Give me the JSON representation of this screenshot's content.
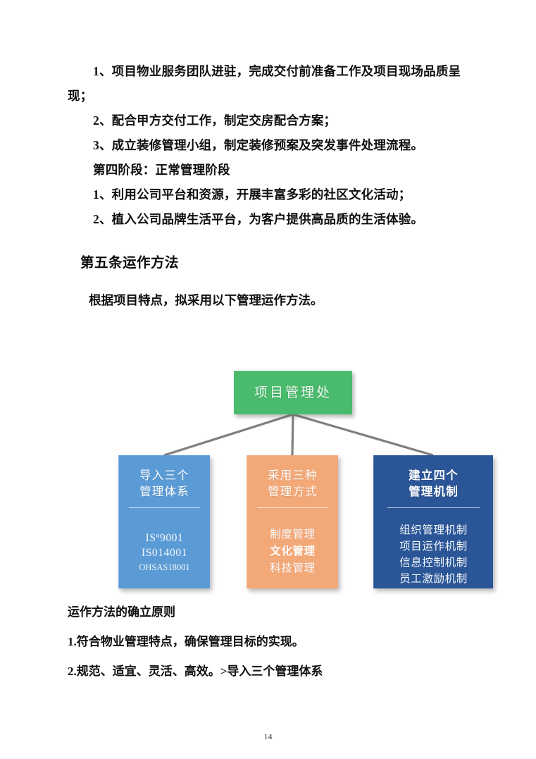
{
  "document": {
    "paragraphs": [
      "1、项目物业服务团队进驻，完成交付前准备工作及项目现场品质呈现；",
      "2、配合甲方交付工作，制定交房配合方案；",
      "3、成立装修管理小组，制定装修预案及突发事件处理流程。",
      "第四阶段：正常管理阶段",
      "1、利用公司平台和资源，开展丰富多彩的社区文化活动；",
      "2、植入公司品牌生活平台，为客户提供高品质的生活体验。"
    ],
    "section_heading": "第五条运作方法",
    "lead_in": "根据项目特点，拟采用以下管理运作方法。",
    "tail_lines": [
      "运作方法的确立原则",
      "1.符合物业管理特点，确保管理目标的实现。",
      "2.规范、适宜、灵活、高效。>导入三个管理体系"
    ],
    "page_number": "14"
  },
  "diagram": {
    "type": "org-tree",
    "root": {
      "label": "项目管理处",
      "color": "#4aba6c"
    },
    "children": [
      {
        "head_line1": "导入三个",
        "head_line2": "管理体系",
        "items": [
          "ISº9001",
          "IS014001",
          "OHSAS18001"
        ],
        "color": "#5b9bd5"
      },
      {
        "head_line1": "采用三种",
        "head_line2": "管理方式",
        "items": [
          "制度管理",
          "文化管理",
          "科技管理"
        ],
        "color": "#f3a878"
      },
      {
        "head_line1": "建立四个",
        "head_line2": "管理机制",
        "items": [
          "组织管理机制",
          "项目运作机制",
          "信息控制机制",
          "员工激励机制"
        ],
        "color": "#2a5596"
      }
    ],
    "connector_color": "#7f7f7f"
  }
}
